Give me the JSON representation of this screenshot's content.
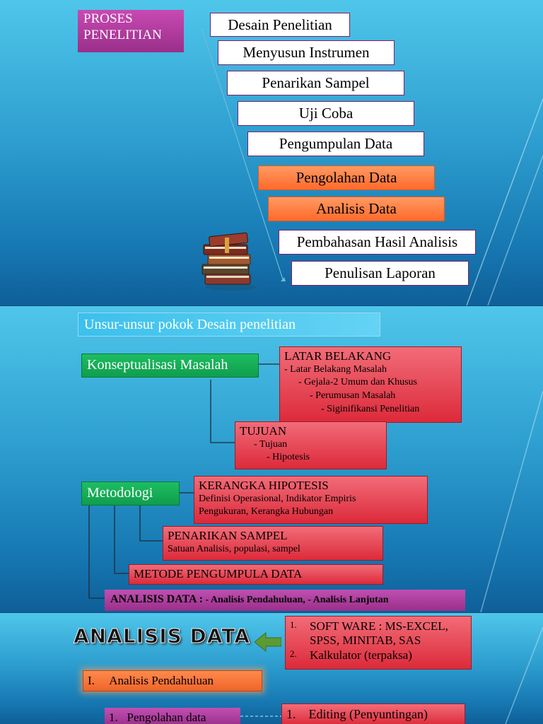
{
  "slide1": {
    "proses_box": "PROSES PENELITIAN",
    "steps": [
      "Desain Penelitian",
      "Menyusun  Instrumen",
      "Penarikan Sampel",
      "Uji Coba",
      "Pengumpulan Data"
    ],
    "highlight_steps": [
      "Pengolahan Data",
      "Analisis Data"
    ],
    "final_steps": [
      "Pembahasan Hasil Analisis",
      "Penulisan Laporan"
    ],
    "image": "books-stack-icon"
  },
  "slide2": {
    "title": "Unsur-unsur pokok Desain penelitian",
    "konseptualisasi": "Konseptualisasi Masalah",
    "latar": {
      "title": "LATAR BELAKANG",
      "items": [
        "-  Latar Belakang Masalah",
        "-  Gejala-2 Umum dan Khusus",
        "-  Perumusan Masalah",
        "-  Siginifikansi Penelitian"
      ]
    },
    "tujuan": {
      "title": "TUJUAN",
      "items": [
        "- Tujuan",
        "- Hipotesis"
      ]
    },
    "metodologi": "Metodologi",
    "kerangka": {
      "title": "KERANGKA HIPOTESIS",
      "items": [
        "Definisi Operasional, Indikator Empiris",
        "Pengukuran, Kerangka Hubungan"
      ]
    },
    "penarikan": {
      "title": "PENARIKAN SAMPEL",
      "items": [
        "Satuan Analisis, populasi, sampel"
      ]
    },
    "metode": "METODE PENGUMPULA DATA",
    "analisis_label": "ANALISIS DATA :",
    "analisis_rest": " - Analisis Pendahuluan, - Analisis Lanjutan"
  },
  "slide3": {
    "title": "ANALISIS DATA",
    "software": [
      "1.",
      "SOFT WARE : MS-EXCEL,",
      "SPSS, MINITAB, SAS",
      "2.",
      "Kalkulator (terpaksa)"
    ],
    "pendahuluan": "I.     Analisis Pendahuluan",
    "pengolahan": "1.   Pengolahan data",
    "editing": "1.    Editing (Penyuntingan)"
  },
  "colors": {
    "magenta": "#a8379a",
    "orange": "#ff7a3d",
    "red": "#e03a48",
    "green": "#14a853",
    "arrow": "#4f8a2e"
  }
}
